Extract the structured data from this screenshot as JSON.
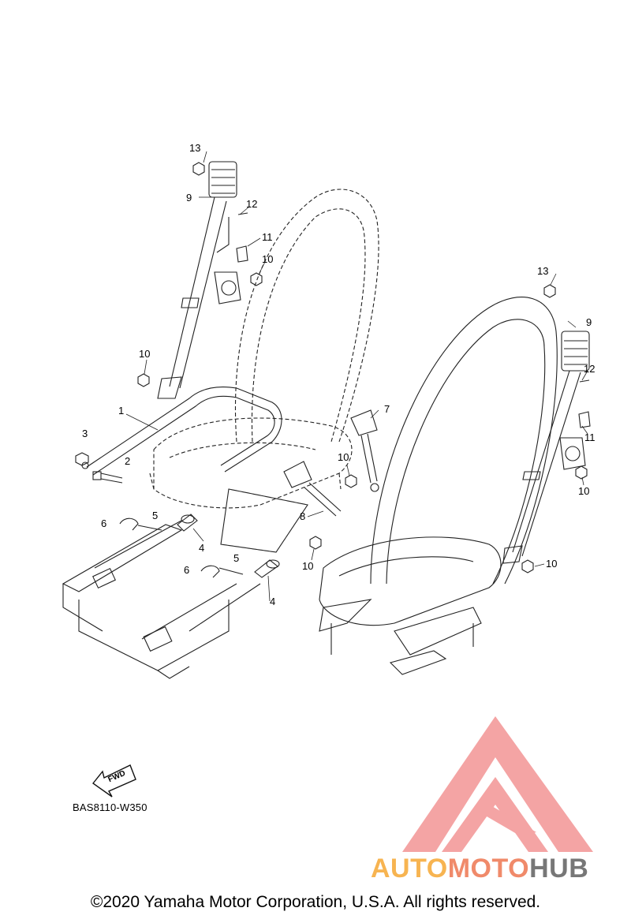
{
  "diagram": {
    "labels": [
      "1",
      "2",
      "3",
      "4",
      "4",
      "5",
      "5",
      "6",
      "6",
      "7",
      "8",
      "9",
      "9",
      "10",
      "10",
      "10",
      "10",
      "10",
      "10",
      "11",
      "11",
      "12",
      "12",
      "13",
      "13"
    ],
    "fwd_arrow_text": "FWD",
    "code": "BAS8110-W350",
    "copyright": "©2020 Yamaha Motor Corporation, U.S.A. All rights reserved."
  },
  "watermark": {
    "part1": "AUTO",
    "part2": "MOTO",
    "part3": "HUB",
    "colors": {
      "auto": "#f7b451",
      "moto": "#f08a6a",
      "hub": "#777777",
      "triangle": "#f4a4a4"
    }
  }
}
